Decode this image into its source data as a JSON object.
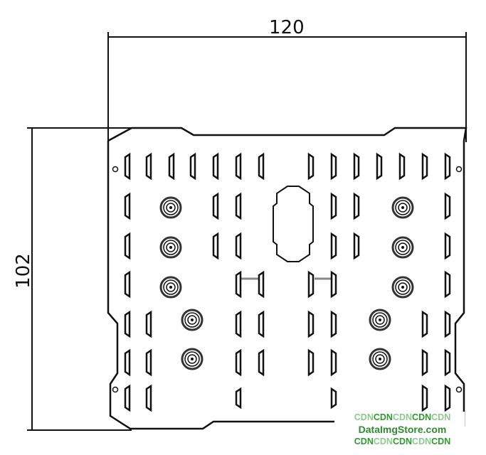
{
  "dimensions": {
    "width_label": "120",
    "height_label": "102"
  },
  "watermark": {
    "row1": [
      "CDN",
      "CDN",
      "CDN",
      "CDN",
      "CDN"
    ],
    "site": "DataImgStore.com",
    "row3": [
      "CDN",
      "CDN",
      "CDN",
      "CDN",
      "CDN"
    ],
    "colors": {
      "light": "#8cc98c",
      "dark": "#2e9a2e"
    }
  }
}
